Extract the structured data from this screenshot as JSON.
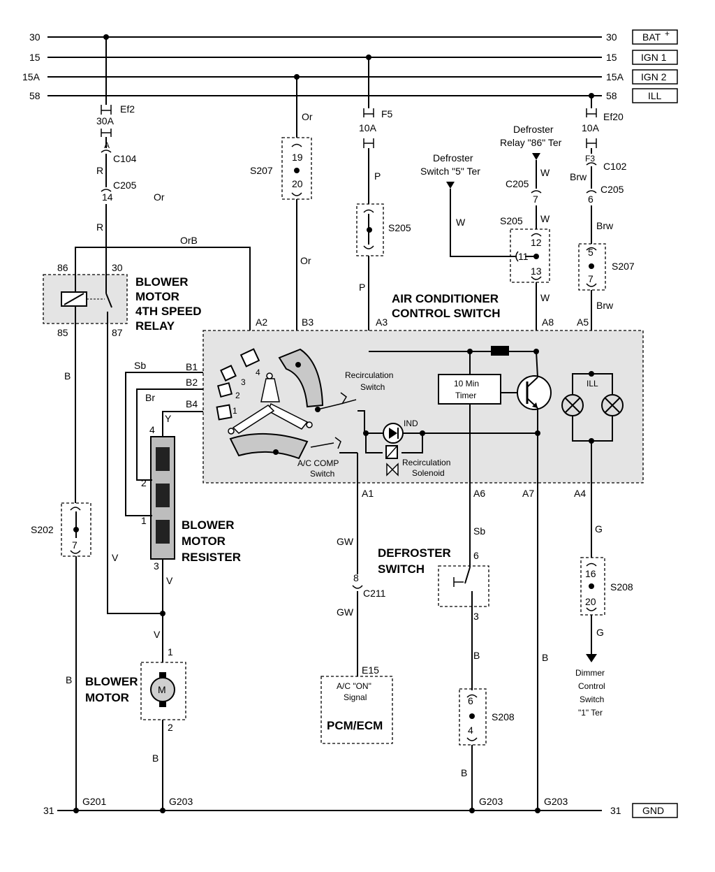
{
  "rails": [
    {
      "id": "30",
      "label_left": "30",
      "label_right": "30",
      "tag": "BAT+"
    },
    {
      "id": "15",
      "label_left": "15",
      "label_right": "15",
      "tag": "IGN 1"
    },
    {
      "id": "15A",
      "label_left": "15A",
      "label_right": "15A",
      "tag": "IGN 2"
    },
    {
      "id": "58",
      "label_left": "58",
      "label_right": "58",
      "tag": "ILL"
    },
    {
      "id": "31",
      "label_left": "31",
      "label_right": "31",
      "tag": "GND"
    }
  ],
  "fuses": {
    "ef2": {
      "name": "Ef2",
      "rating": "30A"
    },
    "f5": {
      "name": "F5",
      "rating": "10A"
    },
    "ef20": {
      "name": "Ef20",
      "rating": "10A"
    }
  },
  "connectors": {
    "a": "A",
    "c104": "C104",
    "c205a": "C205",
    "n14": "14",
    "c205b": "C205",
    "n7c": "7",
    "f3": "F3",
    "c102": "C102",
    "c205c": "C205",
    "n6c": "6",
    "c211": "C211",
    "n8": "8"
  },
  "splices": {
    "s207a": {
      "name": "S207",
      "top": "19",
      "bottom": "20"
    },
    "s205a": {
      "name": "S205"
    },
    "s205b": {
      "name": "S205",
      "top": "12",
      "left": "11",
      "bottom": "13"
    },
    "s207b": {
      "name": "S207",
      "top": "5",
      "bottom": "7"
    },
    "s202": {
      "name": "S202",
      "bottom": "7"
    },
    "s208a": {
      "name": "S208",
      "top": "16",
      "bottom": "20"
    },
    "s208b": {
      "name": "S208",
      "top": "6",
      "bottom": "4"
    }
  },
  "wires": {
    "r1": "R",
    "r2": "R",
    "or1": "Or",
    "or2": "Or",
    "or3": "Or",
    "orb": "OrB",
    "p1": "P",
    "p2": "P",
    "w1": "W",
    "w2": "W",
    "w3": "W",
    "w4": "W",
    "brw1": "Brw",
    "brw2": "Brw",
    "brw3": "Brw",
    "b1": "B",
    "b2": "B",
    "b3": "B",
    "b4": "B",
    "b5": "B",
    "b6": "B",
    "sb1": "Sb",
    "sb2": "Sb",
    "br": "Br",
    "y": "Y",
    "v1": "V",
    "v2": "V",
    "v3": "V",
    "gw1": "GW",
    "gw2": "GW",
    "g1": "G",
    "g2": "G"
  },
  "relay": {
    "title": [
      "BLOWER",
      "MOTOR",
      "4TH SPEED",
      "RELAY"
    ],
    "pins": {
      "p86": "86",
      "p30": "30",
      "p85": "85",
      "p87": "87"
    }
  },
  "control_switch": {
    "title": [
      "AIR CONDITIONER",
      "CONTROL SWITCH"
    ],
    "pins": {
      "a2": "A2",
      "b3": "B3",
      "a3": "A3",
      "a8": "A8",
      "a5": "A5",
      "b1": "B1",
      "b2": "B2",
      "b4": "B4",
      "a1": "A1",
      "a6": "A6",
      "a7": "A7",
      "a4": "A4"
    },
    "positions": {
      "p4": "4",
      "p3": "3",
      "p2": "2",
      "p1": "1"
    },
    "recirc_switch": [
      "Recirculation",
      "Switch"
    ],
    "ac_comp_switch": [
      "A/C COMP",
      "Switch"
    ],
    "ind": "IND",
    "recirc_solenoid": [
      "Recirculation",
      "Solenoid"
    ],
    "timer": [
      "10 Min",
      "Timer"
    ],
    "ill": "ILL"
  },
  "resister": {
    "title": [
      "BLOWER",
      "MOTOR",
      "RESISTER"
    ],
    "pins": {
      "p4": "4",
      "p2": "2",
      "p1": "1",
      "p3": "3"
    }
  },
  "motor": {
    "title": [
      "BLOWER",
      "MOTOR"
    ],
    "symbol": "M",
    "pins": {
      "p1": "1",
      "p2": "2"
    }
  },
  "defroster_switch": {
    "title": [
      "DEFROSTER",
      "SWITCH"
    ],
    "pins": {
      "p6": "6",
      "p3": "3"
    }
  },
  "pcm": {
    "pin": "E15",
    "signal": [
      "A/C \"ON\"",
      "Signal"
    ],
    "title": "PCM/ECM"
  },
  "refs": {
    "defroster_relay": [
      "Defroster",
      "Relay \"86\" Ter"
    ],
    "defroster_switch_ter": [
      "Defroster",
      "Switch \"5\" Ter"
    ],
    "dimmer": [
      "Dimmer",
      "Control",
      "Switch",
      "\"1\" Ter"
    ]
  },
  "grounds": {
    "g201": "G201",
    "g203a": "G203",
    "g203b": "G203",
    "g203c": "G203"
  }
}
